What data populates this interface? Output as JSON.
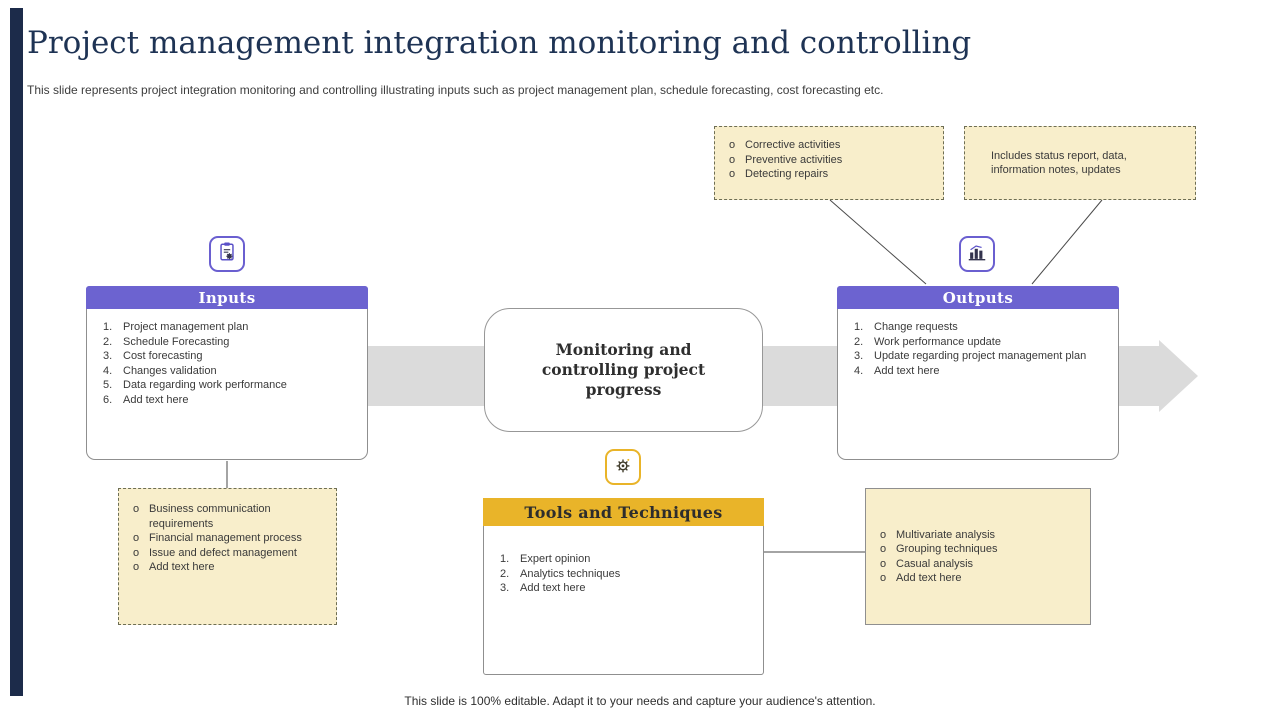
{
  "slide": {
    "title": "Project management integration monitoring and controlling",
    "subtitle": "This slide represents project integration monitoring and controlling illustrating inputs such as project management plan, schedule forecasting, cost forecasting etc.",
    "footer": "This slide is 100% editable. Adapt it to your needs and capture your audience's attention."
  },
  "inputs_box": {
    "title": "Inputs",
    "items": [
      "Project management plan",
      "Schedule Forecasting",
      "Cost forecasting",
      "Changes validation",
      "Data regarding work performance",
      "Add text here"
    ]
  },
  "outputs_box": {
    "title": "Outputs",
    "items": [
      "Change requests",
      "Work performance update",
      "Update regarding project management plan",
      "Add text here"
    ]
  },
  "center_box": {
    "label": "Monitoring and controlling project progress"
  },
  "tools_box": {
    "title": "Tools and Techniques",
    "items": [
      "Expert opinion",
      "Analytics techniques",
      "Add text here"
    ]
  },
  "callout_top_left": {
    "items": [
      "Corrective activities",
      "Preventive activities",
      "Detecting repairs"
    ]
  },
  "callout_top_right": {
    "text": "Includes status report, data, information notes, updates"
  },
  "callout_bottom_left": {
    "items": [
      "Business communication requirements",
      "Financial management process",
      "Issue and defect management",
      "Add text here"
    ]
  },
  "callout_bottom_right": {
    "items": [
      "Multivariate analysis",
      "Grouping techniques",
      "Casual analysis",
      "Add text here"
    ]
  },
  "icons": {
    "inputs": "clipboard-gear-icon",
    "outputs": "bar-chart-icon",
    "tools": "gear-icon"
  },
  "colors": {
    "accent_purple": "#6c63d0",
    "accent_gold": "#e9b429",
    "cream": "#f8eecb",
    "arrow_gray": "#dbdbdb",
    "title_navy": "#1e3354",
    "sidebar_navy": "#1c2b4a"
  }
}
